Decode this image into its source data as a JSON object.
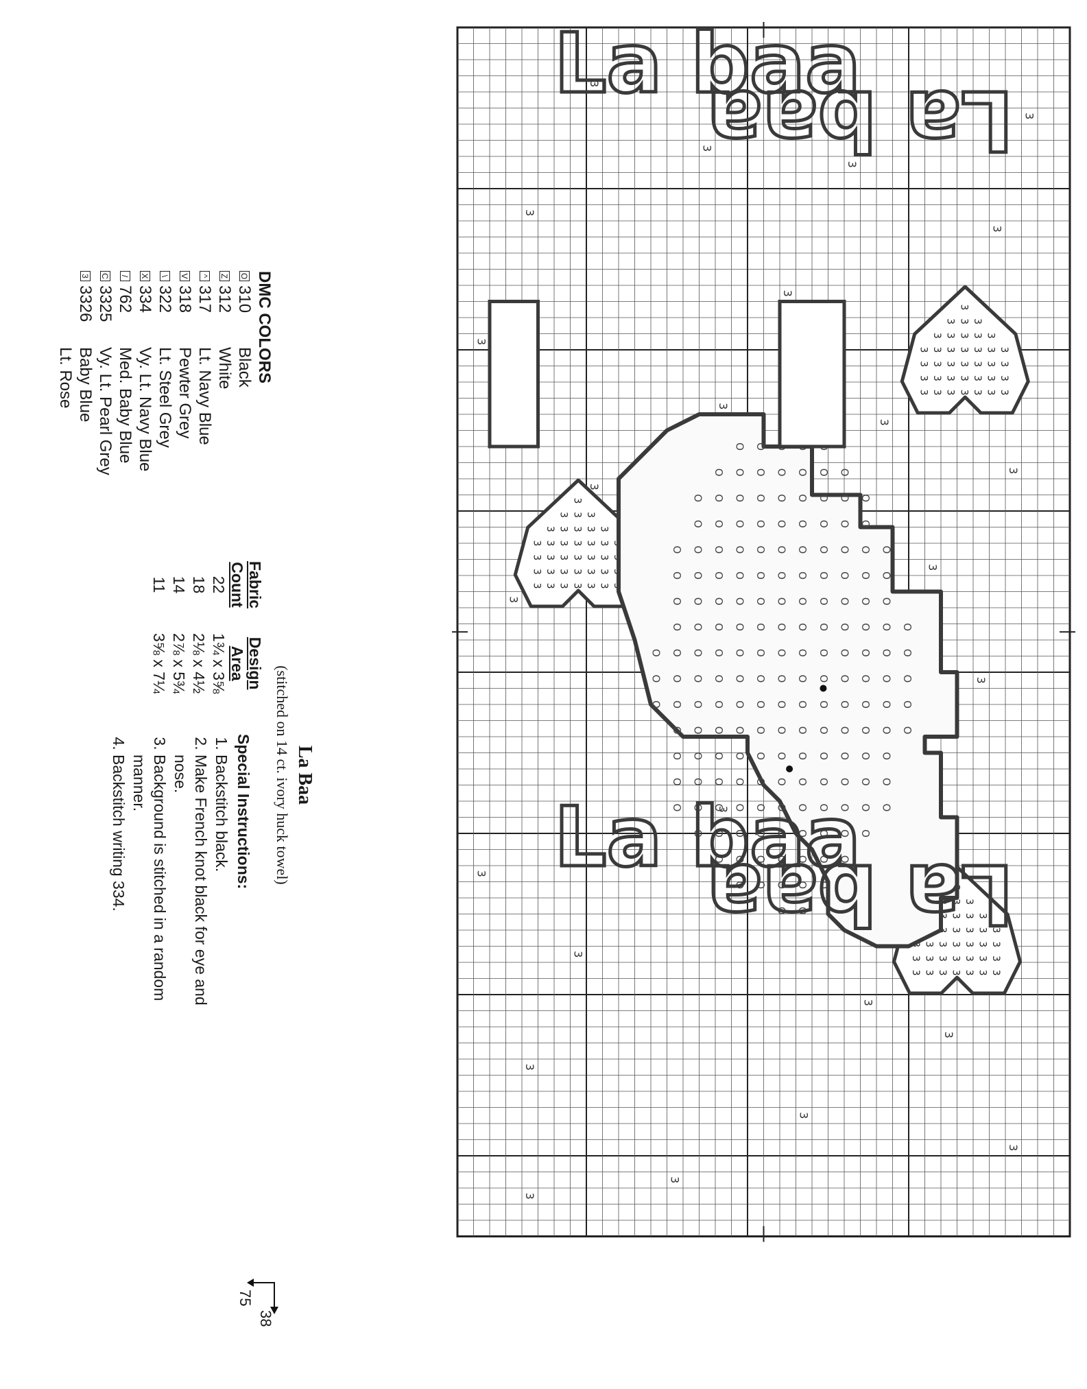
{
  "chart": {
    "word_top": "La baa",
    "word_bottom": "La baa",
    "bg_symbol": "3",
    "colors": {
      "line": "#3a3a3a",
      "grid": "#555555",
      "bold_grid": "#222222"
    }
  },
  "dmc": {
    "header": "DMC COLORS",
    "items": [
      {
        "symbol": "O",
        "num": "310",
        "name": "Black"
      },
      {
        "symbol": "Z",
        "num": "312",
        "name": "White"
      },
      {
        "symbol": "^",
        "num": "317",
        "name": "Lt. Navy Blue"
      },
      {
        "symbol": "V",
        "num": "318",
        "name": "Pewter Grey"
      },
      {
        "symbol": "\\",
        "num": "322",
        "name": "Lt. Steel Grey"
      },
      {
        "symbol": "X",
        "num": "334",
        "name": "Vy. Lt. Navy Blue"
      },
      {
        "symbol": "/",
        "num": "762",
        "name": "Med. Baby Blue"
      },
      {
        "symbol": "C",
        "num": "3325",
        "name": "Vy. Lt. Pearl Grey"
      },
      {
        "symbol": "3",
        "num": "3326",
        "name": "Baby Blue"
      },
      {
        "symbol": "",
        "num": "",
        "name": "Lt. Rose"
      }
    ]
  },
  "title": "La Baa",
  "subtitle": "(stitched on 14 ct. ivory huck towel)",
  "fabric": {
    "h_count_1": "Fabric",
    "h_count_2": "Count",
    "h_area_1": "Design",
    "h_area_2": "Area",
    "rows": [
      {
        "count": "22",
        "area": "1¾ x 3⅝"
      },
      {
        "count": "18",
        "area": "2⅛ x 4½"
      },
      {
        "count": "14",
        "area": "2⅞ x 5¾"
      },
      {
        "count": "11",
        "area": "3⅝ x 7¼"
      }
    ]
  },
  "instructions": {
    "header": "Special Instructions:",
    "items": [
      "Backstitch black.",
      "Make French knot black for eye and nose.",
      "Background is stitched in a random manner.",
      "Backstitch writing 334."
    ]
  },
  "corner": {
    "across": "38",
    "down": "75"
  }
}
